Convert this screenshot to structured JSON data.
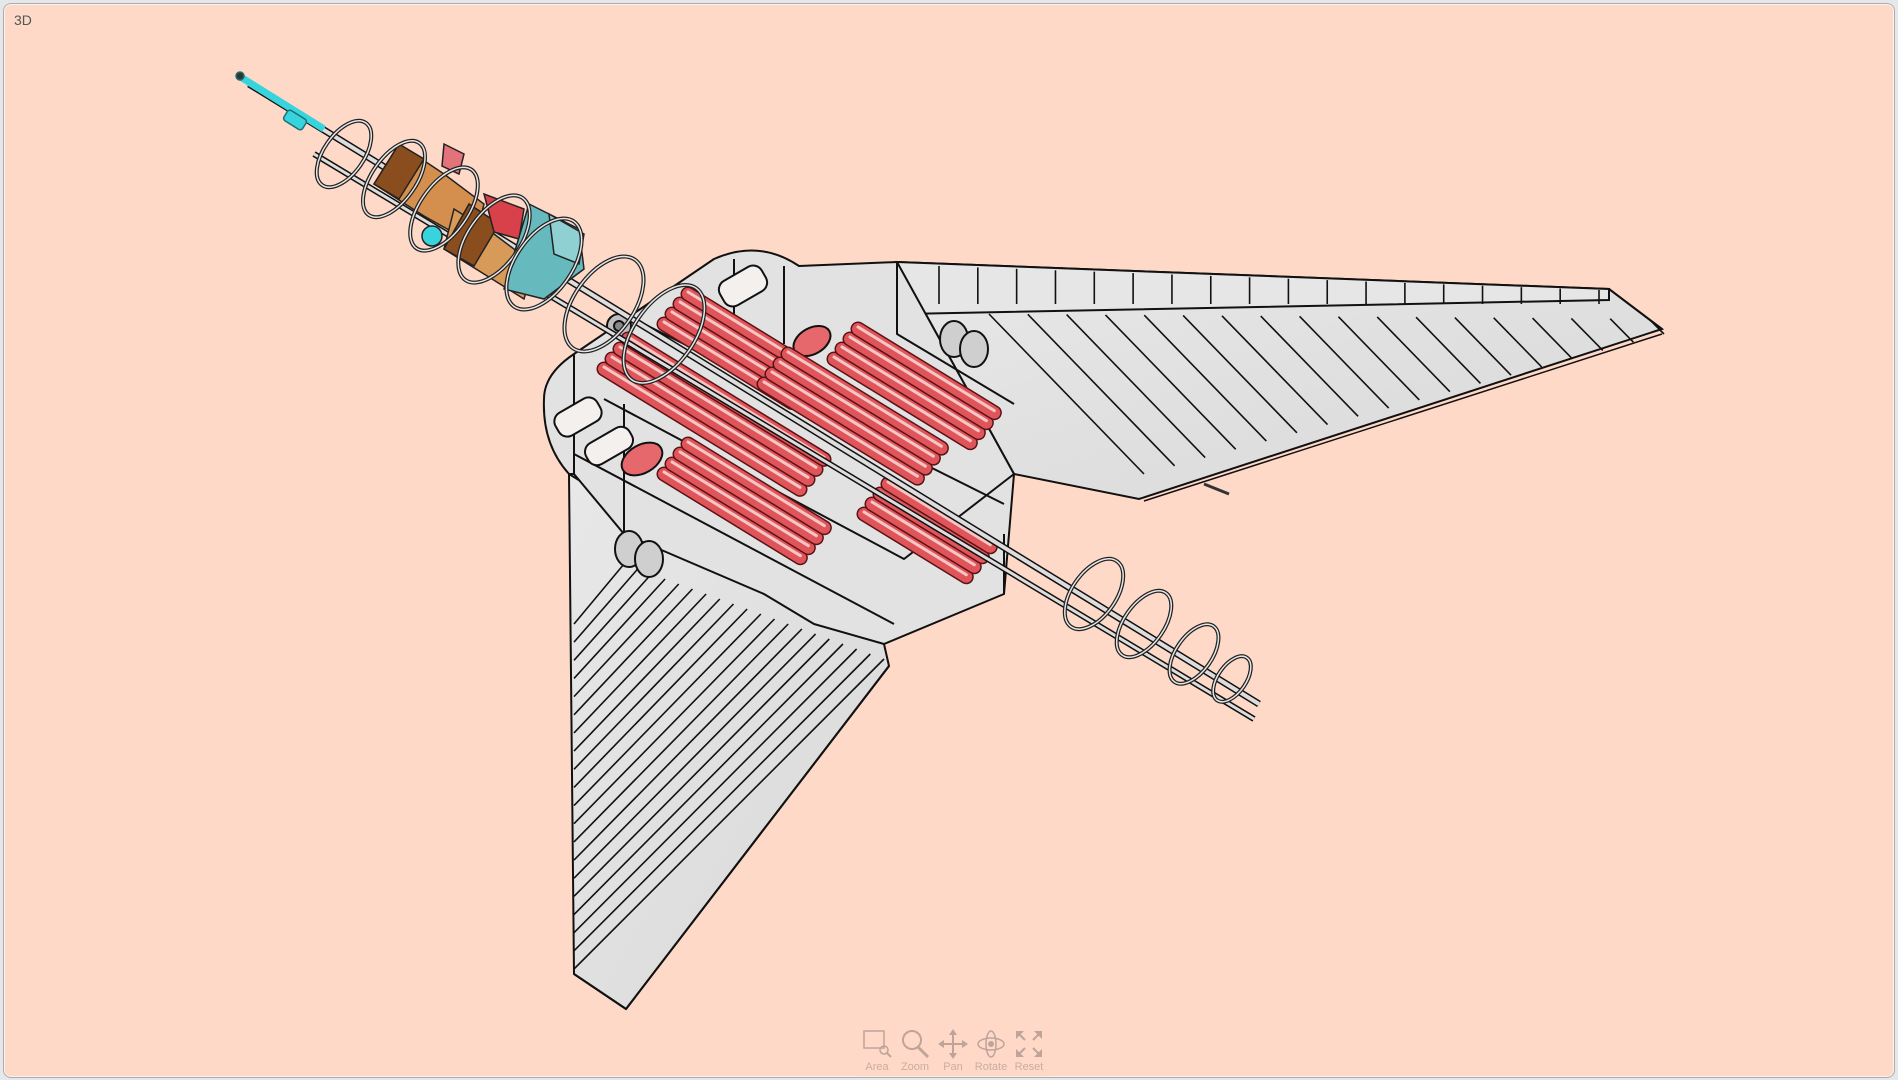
{
  "viewport": {
    "label": "3D",
    "background_color": "#ffd9c8"
  },
  "model": {
    "description": "3D assembly view of a delta-wing structure with helical nose/tail cages and payload tubes",
    "colors": {
      "structure": "#e4e4e4",
      "edge": "#1a1a1a",
      "tubes": "#e0555a",
      "tube_highlight": "#f6c6c4",
      "boxes": "#d48f4e",
      "box_dark": "#8a4e1e",
      "brackets": "#66b9bd",
      "probe": "#38d4de",
      "red_parts": "#d8404a"
    }
  },
  "toolbar": {
    "tools": [
      {
        "label": "Area",
        "icon": "area-zoom-icon"
      },
      {
        "label": "Zoom",
        "icon": "magnifier-icon"
      },
      {
        "label": "Pan",
        "icon": "pan-arrows-icon"
      },
      {
        "label": "Rotate",
        "icon": "rotate-icon"
      },
      {
        "label": "Reset",
        "icon": "reset-expand-icon"
      }
    ]
  }
}
